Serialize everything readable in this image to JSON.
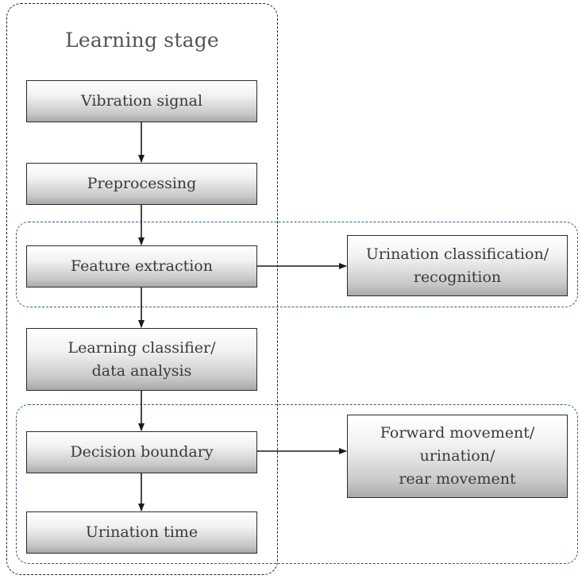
{
  "stage": {
    "title": "Learning stage"
  },
  "boxes": {
    "vibration_signal": "Vibration signal",
    "preprocessing": "Preprocessing",
    "feature_extraction": "Feature extraction",
    "learning_classifier": "Learning classifier/\ndata analysis",
    "decision_boundary": "Decision boundary",
    "urination_time": "Urination time",
    "urination_classification": "Urination classification/\nrecognition",
    "forward_movement": "Forward movement/\nurination/\nrear movement"
  },
  "colors": {
    "stage_border": "#222222",
    "group_border": "#2f5d8f",
    "arrow": "#1a1a1a"
  }
}
